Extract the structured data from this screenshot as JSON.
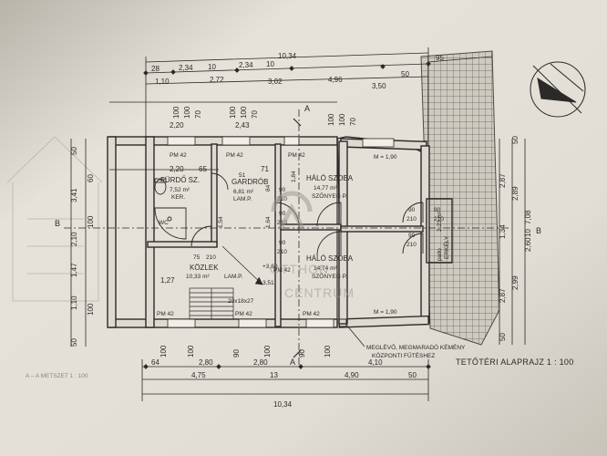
{
  "colors": {
    "paper": "#e4e0d8",
    "ink": "#2b2a28",
    "wall": "#dedad2",
    "hatch": "#6b6862",
    "watermark": "#9a968e"
  },
  "plan_title": "TETŐTÉRI ALAPRAJZ  1 : 100",
  "section_note": "A – A  METSZET  1 : 100",
  "watermark": {
    "line1": "OTTHON",
    "line2": "CENTRUM"
  },
  "notes": {
    "chimney_line1": "MEGLÉVŐ, MEGMARADÓ KÉMÉNY",
    "chimney_line2": "KÖZPONTI FŰTÉSHEZ"
  },
  "section_marks": {
    "a": "A",
    "b": "B"
  },
  "top_dims": {
    "total": "10,34",
    "row1": [
      "28",
      "2,34",
      "10",
      "2,34",
      "10"
    ],
    "row2": [
      "1,10",
      "2,72",
      "3,02",
      "4,96",
      "3,50"
    ],
    "right": [
      "95",
      "50"
    ]
  },
  "bottom_dims": {
    "row1": [
      "64",
      "2,80",
      "2,80",
      "4,10"
    ],
    "row2": [
      "4,75",
      "13",
      "4,90",
      "50"
    ],
    "total": "10,34",
    "ticks": [
      "100",
      "100",
      "90",
      "100",
      "90",
      "100"
    ]
  },
  "left_dims": {
    "outer": [
      "50",
      "3,41",
      "2,10",
      "1,47",
      "1,10",
      "50"
    ],
    "inner": [
      "100",
      "100",
      "60"
    ]
  },
  "right_dims": {
    "col1": [
      "2,87",
      "1,34",
      "2,87",
      "50"
    ],
    "col2": [
      "2,89",
      "2,99"
    ],
    "col3": [
      "7,08",
      "2,60",
      "10"
    ],
    "small": [
      "50"
    ]
  },
  "opening_labels": [
    "100",
    "100",
    "70",
    "100",
    "100",
    "70",
    "100",
    "100",
    "70"
  ],
  "windows": {
    "pm": [
      "PM 42",
      "PM 42",
      "PM 42",
      "PM 42",
      "PM 42",
      "PM 42",
      "PM 42"
    ],
    "m": [
      "M = 1,90",
      "M = 1,90"
    ]
  },
  "door_dims": {
    "d1": [
      "90",
      "210"
    ],
    "d2": [
      "90",
      "210"
    ],
    "d3": [
      "90",
      "210"
    ],
    "d4": [
      "90",
      "210"
    ],
    "d5": [
      "75",
      "210"
    ],
    "d6": [
      "90",
      "210"
    ],
    "d7": [
      "90",
      "210"
    ]
  },
  "interior_dims": [
    "2,20",
    "2,43",
    "2,20",
    "65",
    "71",
    "1,54",
    "1,27",
    "1,64",
    "84",
    "1,84"
  ],
  "stair": {
    "label": "20x18x27",
    "level": "+3,60",
    "level2": "3,51"
  },
  "rooms": {
    "bath": {
      "name": "FÜRDŐ SZ.",
      "area": "7,52 m²",
      "floor": "KER."
    },
    "wc": {
      "name": "WC"
    },
    "wardrobe": {
      "name": "GARDRÓB",
      "area": "6,81 m²",
      "floor": "LAM.P.",
      "code": "51"
    },
    "hall": {
      "name": "KÖZLEK",
      "area": "10,33 m²",
      "floor": "LAM.P."
    },
    "bed1": {
      "name": "HÁLÓ SZOBA",
      "area": "14,77 m²",
      "floor": "SZŐNYEG P."
    },
    "bed2": {
      "name": "HÁLÓ SZOBA",
      "area": "14,74 m²",
      "floor": "SZŐNYEG P."
    },
    "balcony": {
      "name": "ERKÉLY",
      "area": "2,23 m²",
      "floor": "pallo"
    }
  }
}
